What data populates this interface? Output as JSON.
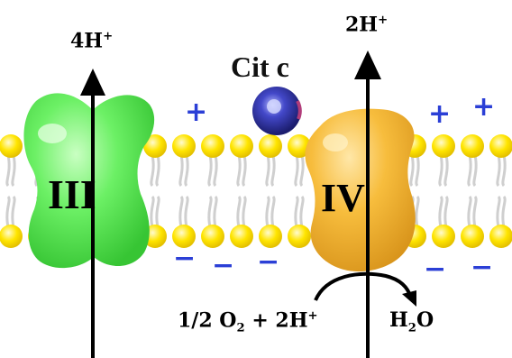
{
  "labels": {
    "complex_iii": "III",
    "complex_iv": "IV",
    "cyt_c": "Cit c",
    "proton_iii": "4H",
    "proton_iv": "2H",
    "plus_sup": "+",
    "reaction_left": "1/2 O",
    "reaction_left_sub": "2",
    "reaction_plus": " + 2H",
    "reaction_right": "H",
    "reaction_right_sub": "2",
    "reaction_right_tail": "O"
  },
  "charges": {
    "positive": [
      "+",
      "+",
      "+"
    ],
    "negative": [
      "−",
      "−",
      "−",
      "−",
      "−"
    ]
  },
  "colors": {
    "complex_iii": "#5ff05a",
    "complex_iv": "#f5b534",
    "cyt_c": "#2a2f9c",
    "lipid_head": "#ffe300",
    "lipid_tail": "#cfcfcf",
    "charge": "#2b3fd6"
  }
}
